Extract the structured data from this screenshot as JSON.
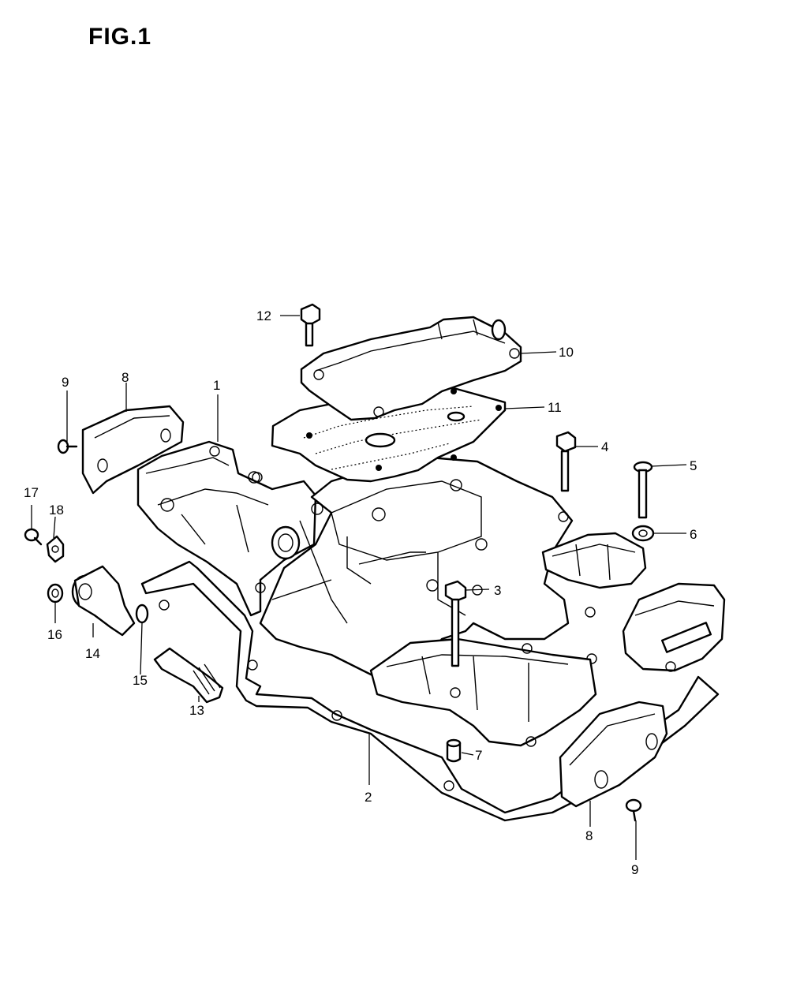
{
  "figure": {
    "title": "FIG.1"
  },
  "callouts": [
    {
      "id": "1",
      "text": "1"
    },
    {
      "id": "2",
      "text": "2"
    },
    {
      "id": "3",
      "text": "3"
    },
    {
      "id": "4",
      "text": "4"
    },
    {
      "id": "5",
      "text": "5"
    },
    {
      "id": "6",
      "text": "6"
    },
    {
      "id": "7",
      "text": "7"
    },
    {
      "id": "8a",
      "text": "8"
    },
    {
      "id": "8b",
      "text": "8"
    },
    {
      "id": "9a",
      "text": "9"
    },
    {
      "id": "9b",
      "text": "9"
    },
    {
      "id": "10",
      "text": "10"
    },
    {
      "id": "11",
      "text": "11"
    },
    {
      "id": "12",
      "text": "12"
    },
    {
      "id": "13",
      "text": "13"
    },
    {
      "id": "14",
      "text": "14"
    },
    {
      "id": "15",
      "text": "15"
    },
    {
      "id": "16",
      "text": "16"
    },
    {
      "id": "17",
      "text": "17"
    },
    {
      "id": "18",
      "text": "18"
    }
  ]
}
